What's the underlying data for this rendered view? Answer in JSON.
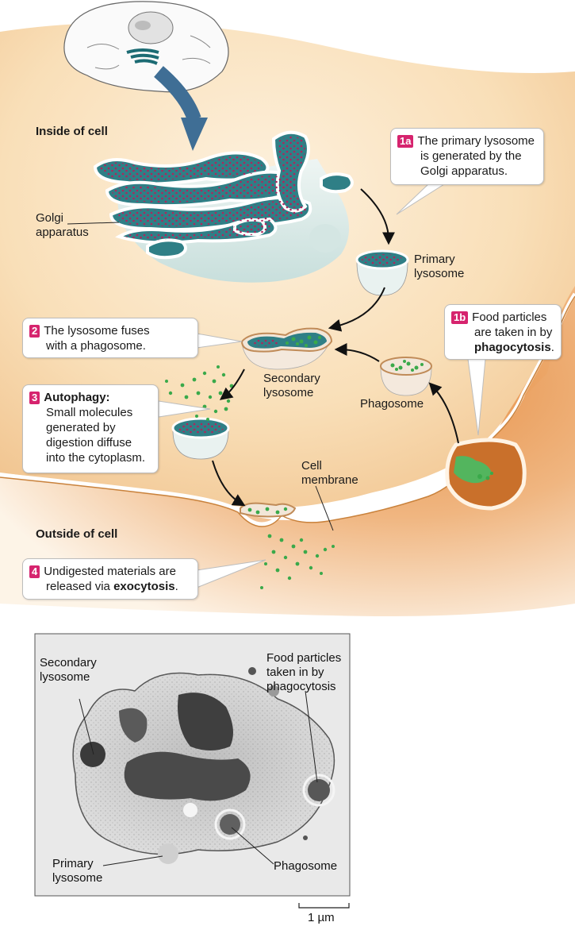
{
  "regions": {
    "inside": "Inside of cell",
    "outside": "Outside of cell"
  },
  "labels": {
    "golgi": [
      "Golgi",
      "apparatus"
    ],
    "primary_lysosome": [
      "Primary",
      "lysosome"
    ],
    "secondary_lysosome": [
      "Secondary",
      "lysosome"
    ],
    "phagosome": "Phagosome",
    "cell_membrane": [
      "Cell",
      "membrane"
    ]
  },
  "steps": {
    "s1a": {
      "num": "1a",
      "lines": [
        "The primary lysosome",
        "is generated by the",
        "Golgi apparatus."
      ]
    },
    "s1b": {
      "num": "1b",
      "lines": [
        "Food particles",
        "are taken in by"
      ],
      "bold": "phagocytosis",
      "tail": "."
    },
    "s2": {
      "num": "2",
      "lines": [
        "The lysosome fuses",
        "with a phagosome."
      ]
    },
    "s3": {
      "num": "3",
      "title": "Autophagy:",
      "lines": [
        "Small molecules",
        "generated by",
        "digestion diffuse",
        "into the cytoplasm."
      ]
    },
    "s4": {
      "num": "4",
      "line1": "Undigested materials are",
      "line2_pre": "released via ",
      "bold": "exocytosis",
      "tail": "."
    }
  },
  "micrograph": {
    "secondary_lysosome": [
      "Secondary",
      "lysosome"
    ],
    "food_particles": [
      "Food particles",
      "taken in by",
      "phagocytosis"
    ],
    "primary_lysosome": [
      "Primary",
      "lysosome"
    ],
    "phagosome": "Phagosome",
    "scale": "1 µm"
  },
  "colors": {
    "cytoplasm": "#f6d3a4",
    "exterior": "#e08a3c",
    "golgi_teal": "#2f7f86",
    "cargo_magenta": "#b0245c",
    "particle_green": "#3aa94a",
    "step_badge": "#d6246e"
  }
}
